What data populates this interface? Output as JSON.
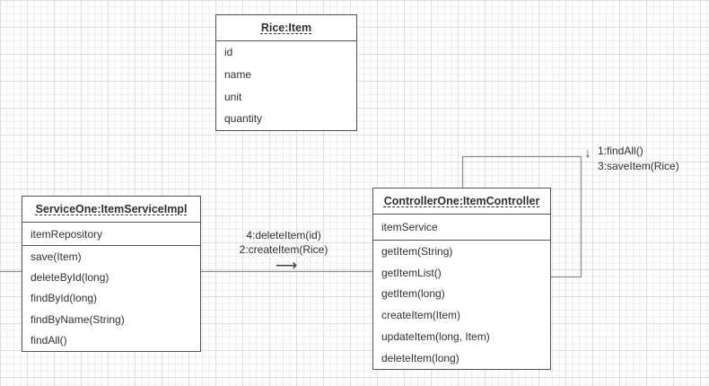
{
  "diagram": {
    "objects": [
      {
        "title": "Rice:Item",
        "attributes": [
          "id",
          "name",
          "unit",
          "quantity"
        ],
        "methods": []
      },
      {
        "title": "ServiceOne:ItemServiceImpl",
        "attributes": [
          "itemRepository"
        ],
        "methods": [
          "save(Item)",
          "deleteById(long)",
          "findById(long)",
          "findByName(String)",
          "findAll()"
        ]
      },
      {
        "title": "ControllerOne:ItemController",
        "attributes": [
          "itemService"
        ],
        "methods": [
          "getItem(String)",
          "getItemList()",
          "getItem(long)",
          "createItem(Item)",
          "updateItem(long, Item)",
          "deleteItem(long)"
        ]
      }
    ],
    "messages": {
      "service_to_controller": {
        "line1": "4:deleteItem(id)",
        "line2": "2:createItem(Rice)",
        "arrow": "⟶"
      },
      "controller_self": {
        "line1": "1:findAll()",
        "line2": "3:saveItem(Rice)",
        "arrow": "↓"
      }
    },
    "colors": {
      "box_border": "#545454",
      "connector": "#8f8f8f",
      "text": "#303030",
      "grid_minor": "#ededee",
      "grid_major": "#dcdfe1",
      "background": "#ffffff"
    }
  }
}
